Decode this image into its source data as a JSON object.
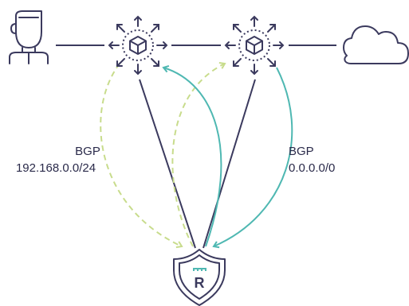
{
  "left_label": {
    "line1": "BGP",
    "line2": "192.168.0.0/24"
  },
  "right_label": {
    "line1": "BGP",
    "line2": "0.0.0.0/0"
  },
  "shield_letter": "R",
  "icons": [
    "user-icon",
    "router-icon",
    "router-icon",
    "cloud-icon",
    "shield-icon"
  ],
  "colors": {
    "ink": "#3b3a5e",
    "teal": "#4fb8b2",
    "lime": "#c8dc8c"
  }
}
